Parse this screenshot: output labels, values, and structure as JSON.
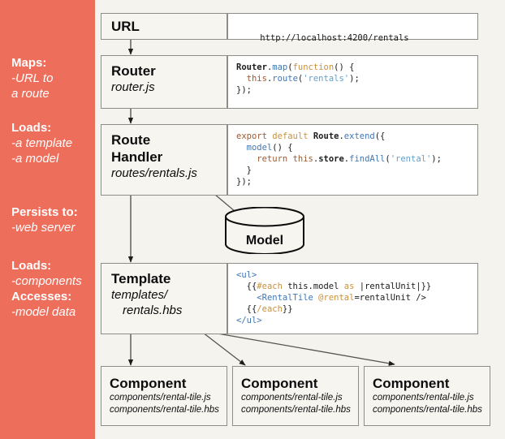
{
  "legend": {
    "background_color": "#ee6e5c",
    "groups": [
      {
        "title": "Maps:",
        "lines": [
          "-URL to",
          "a route"
        ]
      },
      {
        "title": "Loads:",
        "lines": [
          "-a template",
          "-a model"
        ]
      },
      {
        "title": "Persists to:",
        "lines": [
          "-web server"
        ]
      },
      {
        "title": "Loads:",
        "lines": [
          "-components"
        ]
      },
      {
        "title": "Accesses:",
        "lines": [
          "-model data"
        ]
      }
    ]
  },
  "flow": {
    "url": {
      "title": "URL",
      "value": "http://localhost:4200/rentals"
    },
    "router": {
      "title": "Router",
      "file": "router.js",
      "code": {
        "l1": {
          "a": "Router",
          "b": ".",
          "c": "map",
          "d": "(",
          "e": "function",
          "f": "() {"
        },
        "l2": {
          "a": "  ",
          "b": "this",
          "c": ".",
          "d": "route",
          "e": "(",
          "f": "'rentals'",
          "g": ");"
        },
        "l3": {
          "a": "});"
        }
      }
    },
    "route_handler": {
      "title_line1": "Route",
      "title_line2": "Handler",
      "file": "routes/rentals.js",
      "code": {
        "l1": {
          "a": "export",
          "b": " ",
          "c": "default",
          "d": " ",
          "e": "Route",
          "f": ".",
          "g": "extend",
          "h": "({"
        },
        "l2": {
          "a": "  ",
          "b": "model",
          "c": "() {"
        },
        "l3": {
          "a": "    ",
          "b": "return",
          "c": " ",
          "d": "this",
          "e": ".",
          "f": "store",
          "g": ".",
          "h": "findAll",
          "i": "(",
          "j": "'rental'",
          "k": ");"
        },
        "l4": {
          "a": "  }"
        },
        "l5": {
          "a": "});"
        }
      }
    },
    "model": {
      "label": "Model"
    },
    "template": {
      "title": "Template",
      "file_line1": "templates/",
      "file_line2": "rentals.hbs",
      "code": {
        "l1": {
          "a": "<ul>"
        },
        "l2": {
          "a": "  {{",
          "b": "#each",
          "c": " this.model ",
          "d": "as",
          "e": " |rentalUnit|}}"
        },
        "l3": {
          "a": "    ",
          "b": "<RentalTile",
          "c": " ",
          "d": "@rental",
          "e": "=rentalUnit />"
        },
        "l4": {
          "a": "  {{",
          "b": "/each",
          "c": "}}"
        },
        "l5": {
          "a": "</ul>"
        }
      }
    },
    "components": [
      {
        "title": "Component",
        "file_js": "components/rental-tile.js",
        "file_hbs": "components/rental-tile.hbs"
      },
      {
        "title": "Component",
        "file_js": "components/rental-tile.js",
        "file_hbs": "components/rental-tile.hbs"
      },
      {
        "title": "Component",
        "file_js": "components/rental-tile.js",
        "file_hbs": "components/rental-tile.hbs"
      }
    ]
  },
  "colors": {
    "page_background": "#f5f3ee",
    "box_fill": "#f7f5f0",
    "box_border": "#8d8d87",
    "code_fill": "#ffffff",
    "accent": "#ee6e5c",
    "arrow": "#4a4a46"
  }
}
